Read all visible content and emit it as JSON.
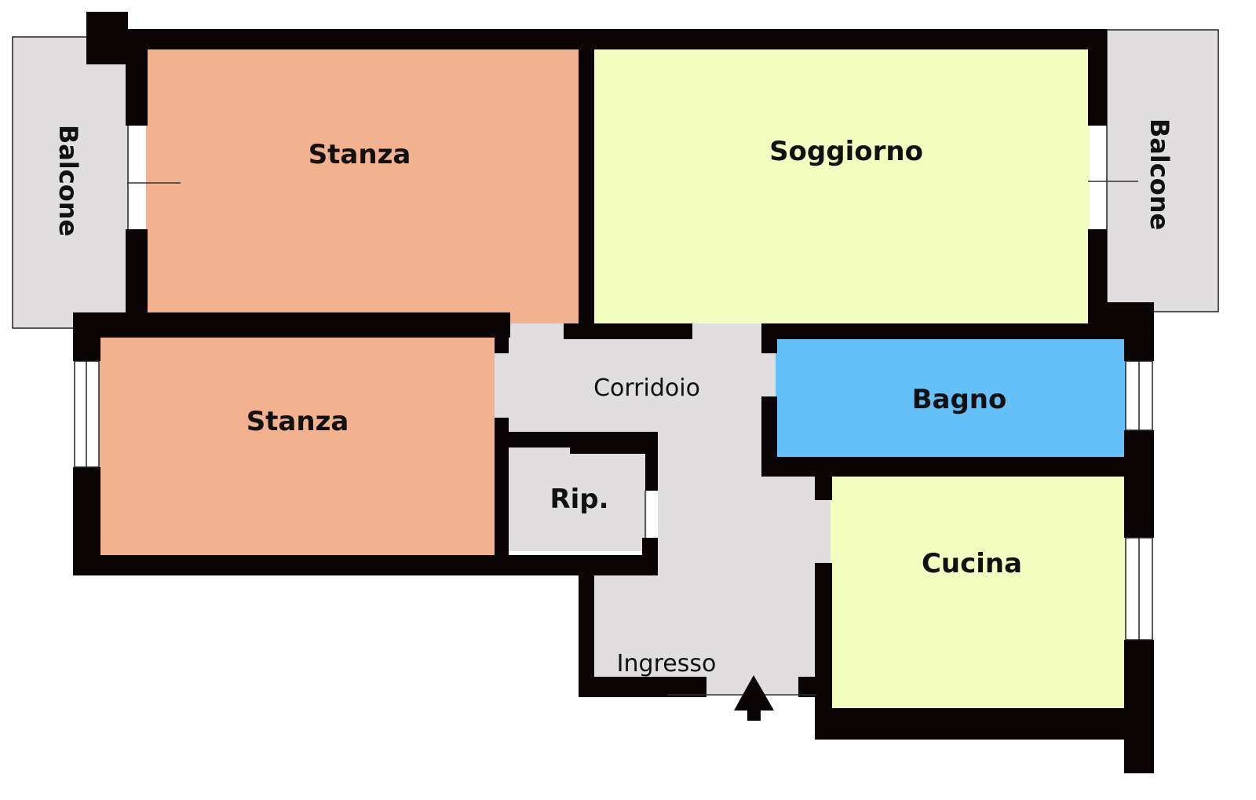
{
  "plan": {
    "rooms": [
      {
        "id": "balcone-left",
        "label": "Balcone"
      },
      {
        "id": "balcone-right",
        "label": "Balcone"
      },
      {
        "id": "stanza-top",
        "label": "Stanza"
      },
      {
        "id": "soggiorno",
        "label": "Soggiorno"
      },
      {
        "id": "stanza-bottom",
        "label": "Stanza"
      },
      {
        "id": "corridoio",
        "label": "Corridoio"
      },
      {
        "id": "bagno",
        "label": "Bagno"
      },
      {
        "id": "ripostiglio",
        "label": "Rip."
      },
      {
        "id": "cucina",
        "label": "Cucina"
      },
      {
        "id": "ingresso",
        "label": "Ingresso"
      }
    ],
    "colors": {
      "stanza": "#f3b28f",
      "soggiorno": "#f3fdc0",
      "cucina": "#f3fdc0",
      "bagno": "#65c0f8",
      "service": "#e0dedf",
      "wall": "#0a0405"
    },
    "entrance_icon": "arrow-up-icon"
  }
}
